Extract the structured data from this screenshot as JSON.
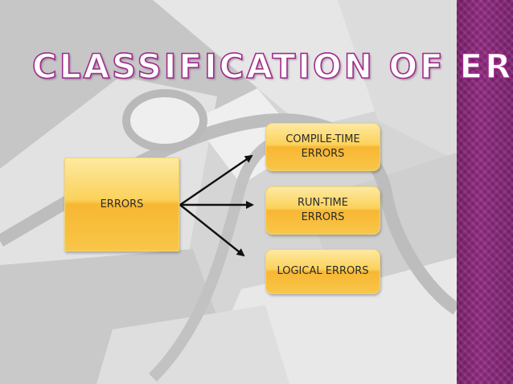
{
  "slide": {
    "title": "CLASSIFICATION OF ERRORS",
    "accent_color": "#a12b8e",
    "stripe_color": "#8f2a80",
    "box_color": "#fbc850"
  },
  "diagram": {
    "root": "ERRORS",
    "children": [
      "COMPILE-TIME\nERRORS",
      "RUN-TIME\nERRORS",
      "LOGICAL ERRORS"
    ]
  }
}
